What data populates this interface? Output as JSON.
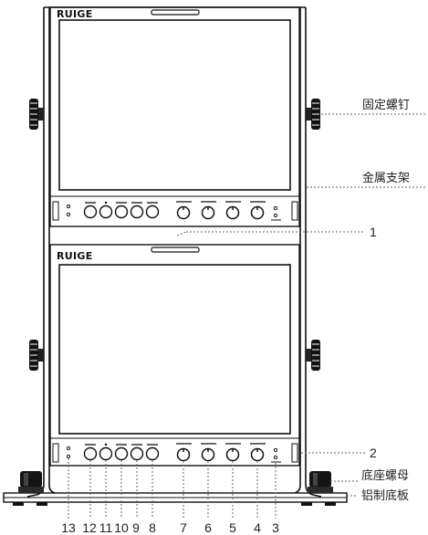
{
  "brand": "RUIGE",
  "labels": {
    "fixing_screw": "固定螺钉",
    "metal_bracket": "金属支架",
    "base_nut": "底座螺母",
    "aluminum_base": "铝制底板"
  },
  "callout_numbers": {
    "one": "1",
    "two": "2"
  },
  "bottom_numbers": [
    "13",
    "12",
    "11",
    "10",
    "9",
    "8",
    "7",
    "6",
    "5",
    "4",
    "3"
  ]
}
